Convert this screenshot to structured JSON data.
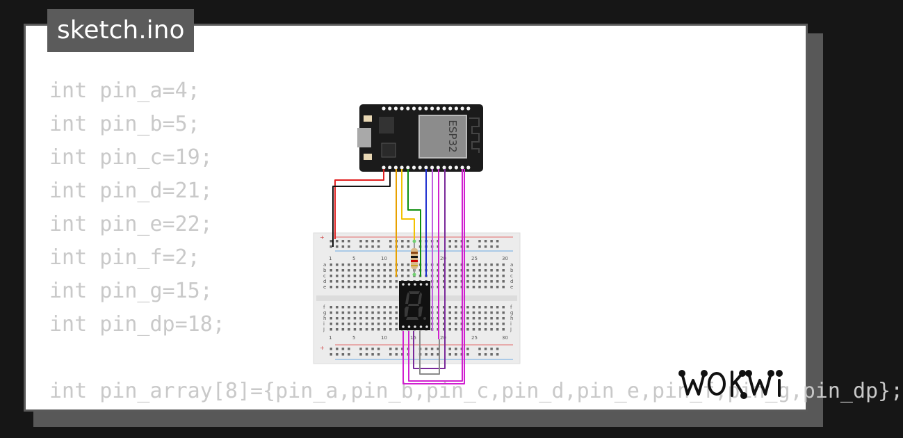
{
  "file_tab": {
    "filename": "sketch.ino"
  },
  "code_lines": [
    "int pin_a=4;",
    "int pin_b=5;",
    "int pin_c=19;",
    "int pin_d=21;",
    "int pin_e=22;",
    "int pin_f=2;",
    "int pin_g=15;",
    "int pin_dp=18;",
    "",
    "int pin_array[8]={pin_a,pin_b,pin_c,pin_d,pin_e,pin_f,pin_g,pin_dp};"
  ],
  "esp32": {
    "chip_label": "ESP32"
  },
  "breadboard": {
    "column_numbers": [
      "1",
      "5",
      "10",
      "15",
      "20",
      "25",
      "30"
    ],
    "row_letters_top": [
      "a",
      "b",
      "c",
      "d",
      "e"
    ],
    "row_letters_bottom": [
      "f",
      "g",
      "h",
      "i",
      "j"
    ]
  },
  "wire_colors": {
    "red": "#e02020",
    "black": "#111111",
    "orange": "#e8a100",
    "yellow": "#f2c200",
    "green": "#0f8f0f",
    "blue": "#1f2fd0",
    "purple": "#7a2a9a",
    "magenta": "#d020d0",
    "violet": "#c060e0",
    "gray": "#8a8a8a"
  },
  "brand": {
    "logo_text": "WOKWi"
  }
}
